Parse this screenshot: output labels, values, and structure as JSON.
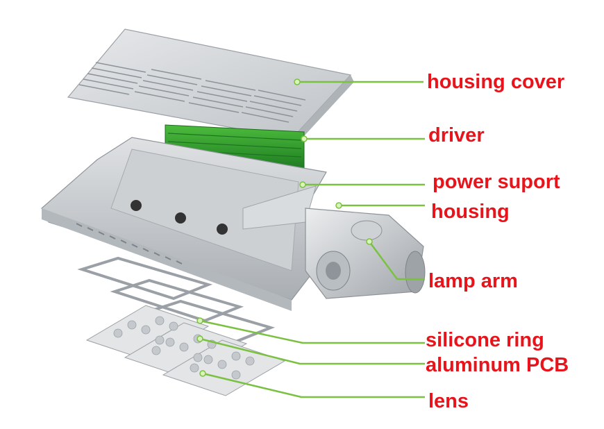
{
  "labels": {
    "housing_cover": "housing cover",
    "driver": "driver",
    "power_suport": "power suport",
    "housing": "housing",
    "lamp_arm": "lamp arm",
    "silicone_ring": "silicone ring",
    "aluminum_pcb": "aluminum PCB",
    "lens": "lens"
  },
  "colors": {
    "label_text": "#e8141b",
    "leader_line": "#7ac142",
    "driver_body": "#2e9d2e",
    "metal": "#d4d6d8",
    "background": "#ffffff"
  },
  "icons": {
    "leader_dot": "circle-dot"
  }
}
